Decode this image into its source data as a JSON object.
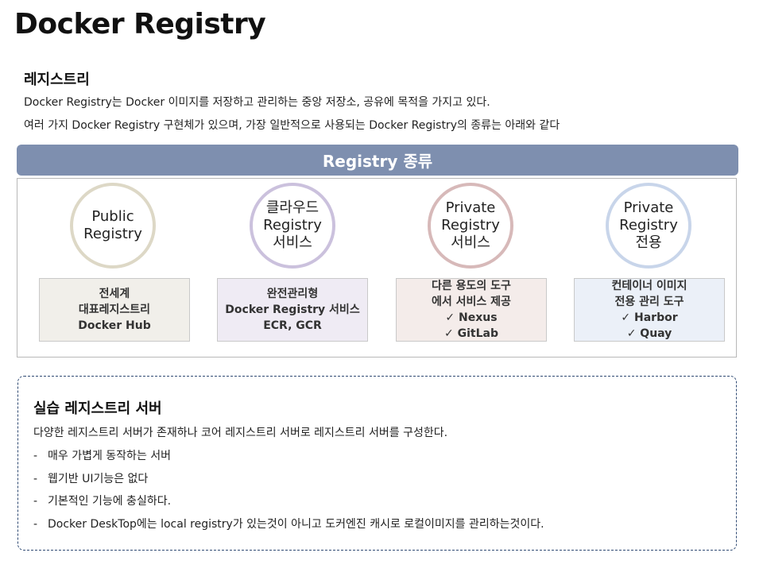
{
  "page_title": "Docker Registry",
  "intro": {
    "heading": "레지스트리",
    "line1": "Docker Registry는 Docker 이미지를 저장하고 관리하는 중앙 저장소, 공유에 목적을 가지고 있다.",
    "line2": "여러 가지 Docker Registry 구현체가 있으며, 가장 일반적으로 사용되는 Docker Registry의 종류는 아래와 같다"
  },
  "banner": {
    "label": "Registry 종류",
    "color": "#7e8faf"
  },
  "types": [
    {
      "circle": [
        "Public",
        "Registry"
      ],
      "circle_color": "#ddd8c6",
      "card": [
        "전세계",
        "대표레지스트리",
        "Docker Hub"
      ],
      "card_color": "#f1efea"
    },
    {
      "circle": [
        "클라우드",
        "Registry",
        "서비스"
      ],
      "circle_color": "#cbc1dd",
      "card": [
        "완전관리형",
        "Docker Registry 서비스",
        "ECR, GCR"
      ],
      "card_color": "#efebf4"
    },
    {
      "circle": [
        "Private",
        "Registry",
        "서비스"
      ],
      "circle_color": "#d7b9b9",
      "card": [
        "다른 용도의 도구",
        "에서 서비스 제공",
        "✓ Nexus",
        "✓ GitLab"
      ],
      "card_color": "#f4ecea"
    },
    {
      "circle": [
        "Private",
        "Registry",
        "전용"
      ],
      "circle_color": "#c8d5ea",
      "card": [
        "컨테이너 이미지",
        "전용 관리 도구",
        "✓ Harbor",
        "✓ Quay"
      ],
      "card_color": "#ebf0f8"
    }
  ],
  "practice": {
    "title": "실습 레지스트리 서버",
    "description": "다양한 레지스트리 서버가 존재하나 코어 레지스트리 서버로 레지스트리 서버를 구성한다.",
    "bullet_symbol": "-",
    "bullets": [
      "매우 가볍게 동작하는 서버",
      "웹기반 UI기능은 없다",
      "기본적인 기능에 충실하다.",
      "Docker DeskTop에는 local registry가 있는것이 아니고 도커엔진 캐시로 로컬이미지를 관리하는것이다."
    ]
  }
}
